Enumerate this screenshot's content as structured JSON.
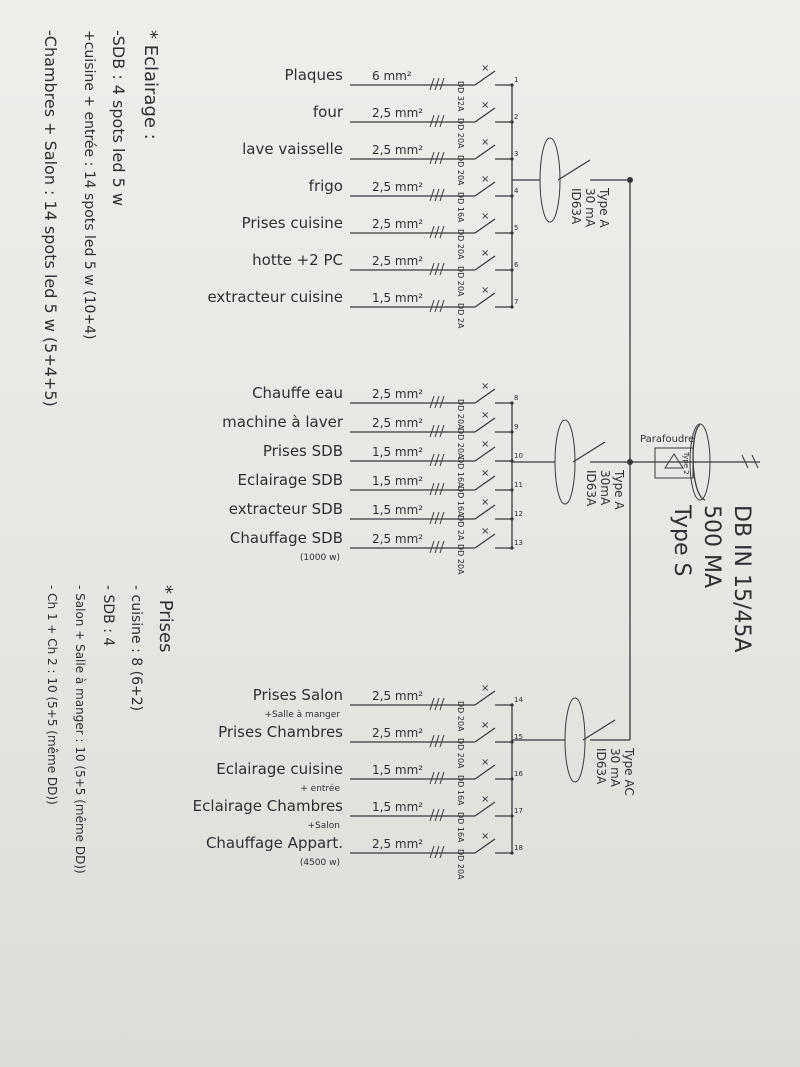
{
  "colors": {
    "ink": "#2f2f33",
    "paper": "#e9e7e3"
  },
  "main_breaker": {
    "line1": "DB IN 15/45A",
    "line2": "500 MA",
    "line3": "Type S",
    "arrester": "Parafoudre",
    "arrester_type": "Type 2"
  },
  "groups": [
    {
      "id": "g1",
      "rcd": [
        "ID63A",
        "30 mA",
        "Type A"
      ],
      "circuits": [
        {
          "n": "1",
          "label": "Plaques",
          "section": "6 mm²",
          "breaker": "DD 32A",
          "sub": ""
        },
        {
          "n": "2",
          "label": "four",
          "section": "2,5 mm²",
          "breaker": "DD 20A",
          "sub": ""
        },
        {
          "n": "3",
          "label": "lave vaisselle",
          "section": "2,5 mm²",
          "breaker": "DD 20A",
          "sub": ""
        },
        {
          "n": "4",
          "label": "frigo",
          "section": "2,5 mm²",
          "breaker": "DD 16A",
          "sub": ""
        },
        {
          "n": "5",
          "label": "Prises cuisine",
          "section": "2,5 mm²",
          "breaker": "DD 20A",
          "sub": ""
        },
        {
          "n": "6",
          "label": "hotte +2 PC",
          "section": "2,5 mm²",
          "breaker": "DD 20A",
          "sub": ""
        },
        {
          "n": "7",
          "label": "extracteur cuisine",
          "section": "1,5 mm²",
          "breaker": "DD 2A",
          "sub": ""
        }
      ]
    },
    {
      "id": "g2",
      "rcd": [
        "ID63A",
        "30mA",
        "Type A"
      ],
      "circuits": [
        {
          "n": "8",
          "label": "Chauffe eau",
          "section": "2,5 mm²",
          "breaker": "DD 20A",
          "sub": ""
        },
        {
          "n": "9",
          "label": "machine à laver",
          "section": "2,5 mm²",
          "breaker": "DD 20A",
          "sub": ""
        },
        {
          "n": "10",
          "label": "Prises SDB",
          "section": "1,5 mm²",
          "breaker": "DD 16A",
          "sub": ""
        },
        {
          "n": "11",
          "label": "Eclairage SDB",
          "section": "1,5 mm²",
          "breaker": "DD 16A",
          "sub": ""
        },
        {
          "n": "12",
          "label": "extracteur SDB",
          "section": "1,5 mm²",
          "breaker": "DD 2A",
          "sub": ""
        },
        {
          "n": "13",
          "label": "Chauffage SDB",
          "section": "2,5 mm²",
          "breaker": "DD 20A",
          "sub": "(1000 w)"
        }
      ]
    },
    {
      "id": "g3",
      "rcd": [
        "ID63A",
        "30 mA",
        "Type AC"
      ],
      "circuits": [
        {
          "n": "14",
          "label": "Prises Salon",
          "section": "2,5 mm²",
          "breaker": "DD 20A",
          "sub": "+Salle à manger"
        },
        {
          "n": "15",
          "label": "Prises Chambres",
          "section": "2,5 mm²",
          "breaker": "DD 20A",
          "sub": ""
        },
        {
          "n": "16",
          "label": "Eclairage cuisine",
          "section": "1,5 mm²",
          "breaker": "DD 16A",
          "sub": "+ entrée"
        },
        {
          "n": "17",
          "label": "Eclairage Chambres",
          "section": "1,5 mm²",
          "breaker": "DD 16A",
          "sub": "+Salon"
        },
        {
          "n": "18",
          "label": "Chauffage Appart.",
          "section": "2,5 mm²",
          "breaker": "DD 20A",
          "sub": "(4500 w)"
        }
      ]
    }
  ],
  "lighting": {
    "title": "* Eclairage :",
    "lines": [
      "-SDB : 4 spots led 5 w",
      "+cuisine + entrée : 14 spots led 5 w (10+4)",
      "-Chambres + Salon : 14 spots led 5 w (5+4+5)"
    ]
  },
  "outlets": {
    "title": "* Prises",
    "lines": [
      "- cuisine : 8 (6+2)",
      "- SDB : 4",
      "- Salon + Salle à manger : 10 (5+5 (même DD))",
      "- Ch 1 + Ch 2 : 10 (5+5 (même DD))"
    ]
  }
}
